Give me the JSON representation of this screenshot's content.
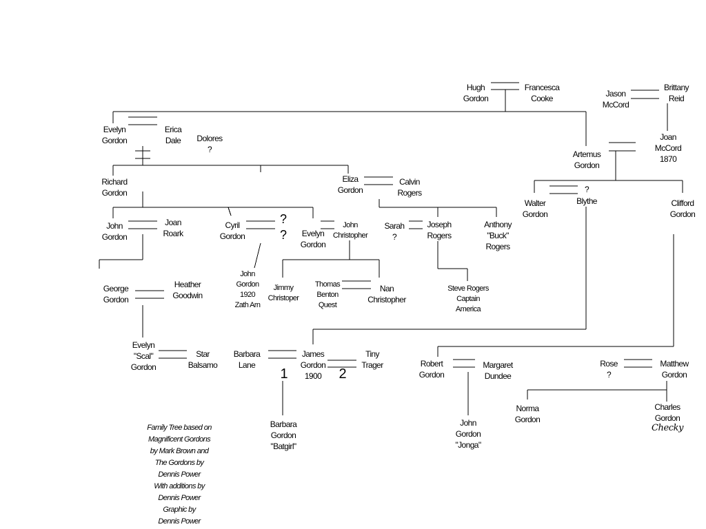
{
  "people": {
    "hugh": [
      "Hugh",
      "Gordon"
    ],
    "francesca": [
      "Francesca",
      "Cooke"
    ],
    "jason": [
      "Jason",
      "McCord"
    ],
    "brittany": [
      "Brittany",
      "Reid"
    ],
    "joan_mccord": [
      "Joan",
      "McCord",
      "1870"
    ],
    "artemus": [
      "Artemus",
      "Gordon"
    ],
    "evelyn_g1": [
      "Evelyn",
      "Gordon"
    ],
    "erica": [
      "Erica",
      "Dale"
    ],
    "dolores": [
      "Dolores",
      "?"
    ],
    "richard": [
      "Richard",
      "Gordon"
    ],
    "eliza": [
      "Eliza",
      "Gordon"
    ],
    "calvin": [
      "Calvin",
      "Rogers"
    ],
    "walter": [
      "Walter",
      "Gordon"
    ],
    "blythe_q": [
      "?"
    ],
    "blythe": [
      "Blythe"
    ],
    "clifford": [
      "Clifford",
      "Gordon"
    ],
    "john_g": [
      "John",
      "Gordon"
    ],
    "joan_roark": [
      "Joan",
      "Roark"
    ],
    "cyril": [
      "Cyril",
      "Gordon"
    ],
    "cyril_q1": [
      "?"
    ],
    "cyril_q2": [
      "?"
    ],
    "evelyn_g2": [
      "Evelyn",
      "Gordon"
    ],
    "john_christopher": [
      "John",
      "Christopher"
    ],
    "sarah": [
      "Sarah",
      "?"
    ],
    "joseph": [
      "Joseph",
      "Rogers"
    ],
    "anthony": [
      "Anthony",
      "\"Buck\"",
      "Rogers"
    ],
    "john_zatharn": [
      "John",
      "Gordon",
      "1920",
      "Zath Arn"
    ],
    "george": [
      "George",
      "Gordon"
    ],
    "heather": [
      "Heather",
      "Goodwin"
    ],
    "jimmy": [
      "Jimmy",
      "Christoper"
    ],
    "thomas": [
      "Thomas",
      "Benton",
      "Quest"
    ],
    "nan": [
      "Nan",
      "Christopher"
    ],
    "steve": [
      "Steve Rogers",
      "Captain",
      "America"
    ],
    "evelyn_scal": [
      "Evelyn",
      "\"Scal\"",
      "Gordon"
    ],
    "star": [
      "Star",
      "Balsamo"
    ],
    "barbara_lane": [
      "Barbara",
      "Lane"
    ],
    "james": [
      "James",
      "Gordon",
      "1900"
    ],
    "tiny": [
      "Tiny",
      "Trager"
    ],
    "robert": [
      "Robert",
      "Gordon"
    ],
    "margaret": [
      "Margaret",
      "Dundee"
    ],
    "rose": [
      "Rose",
      "?"
    ],
    "matthew": [
      "Matthew",
      "Gordon"
    ],
    "barbara_g": [
      "Barbara",
      "Gordon",
      "\"Batgirl\""
    ],
    "john_jonga": [
      "John",
      "Gordon",
      "\"Jonga\""
    ],
    "norma": [
      "Norma",
      "Gordon"
    ],
    "charles": [
      "Charles",
      "Gordon"
    ]
  },
  "marriage_markers": {
    "first": "1",
    "second": "2"
  },
  "signature": "Checky",
  "credits": [
    "Family Tree based on",
    "Magnificent Gordons",
    "by Mark Brown and",
    "The Gordons  by",
    "Dennis Power",
    "With additions by",
    "Dennis Power",
    "Graphic by",
    "Dennis Power"
  ]
}
